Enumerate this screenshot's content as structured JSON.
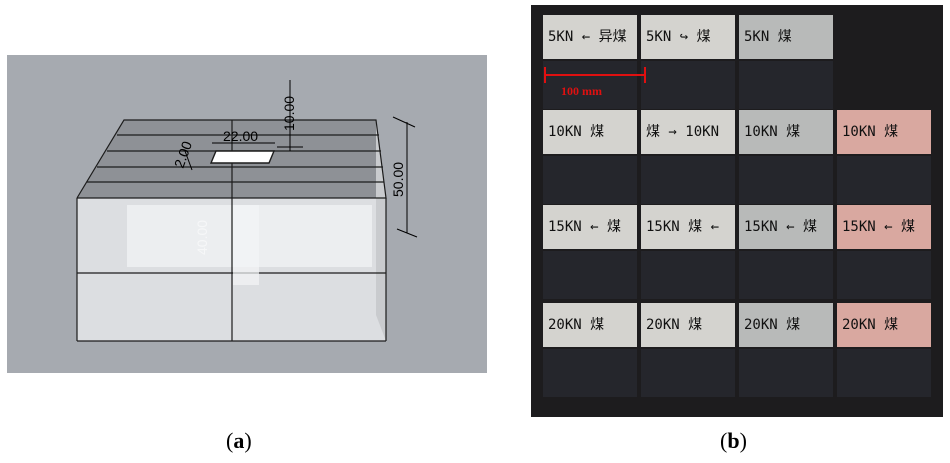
{
  "panel_a": {
    "caption_prefix": "(",
    "caption_letter": "a",
    "caption_suffix": ")",
    "dims": {
      "top_depth": "10.00",
      "hole_length": "22.00",
      "hole_width": "2.00",
      "height": "50.00",
      "hole_depth": "40.00"
    },
    "colors": {
      "background": "#a6aab0",
      "block_face": "#d7d9dc",
      "edge": "#1c1c1c"
    }
  },
  "panel_b": {
    "caption_prefix": "(",
    "caption_letter": "b",
    "caption_suffix": ")",
    "scale_label": "100 mm",
    "rows": [
      [
        "5KN ← 异煤",
        "5KN ↪ 煤",
        "5KN 煤",
        ""
      ],
      [
        "10KN 煤",
        "煤 → 10KN",
        "10KN 煤",
        "10KN 煤"
      ],
      [
        "15KN ← 煤",
        "15KN 煤 ←",
        "15KN ← 煤",
        "15KN ← 煤"
      ],
      [
        "20KN 煤",
        "20KN 煤",
        "20KN 煤",
        "20KN 煤"
      ]
    ],
    "colors": {
      "background": "#1d1c1e",
      "specimen_top": "#d4d3cf",
      "specimen_pink": "#d9a8a0",
      "specimen_dark": "#25262c",
      "scale": "#e01010"
    }
  }
}
